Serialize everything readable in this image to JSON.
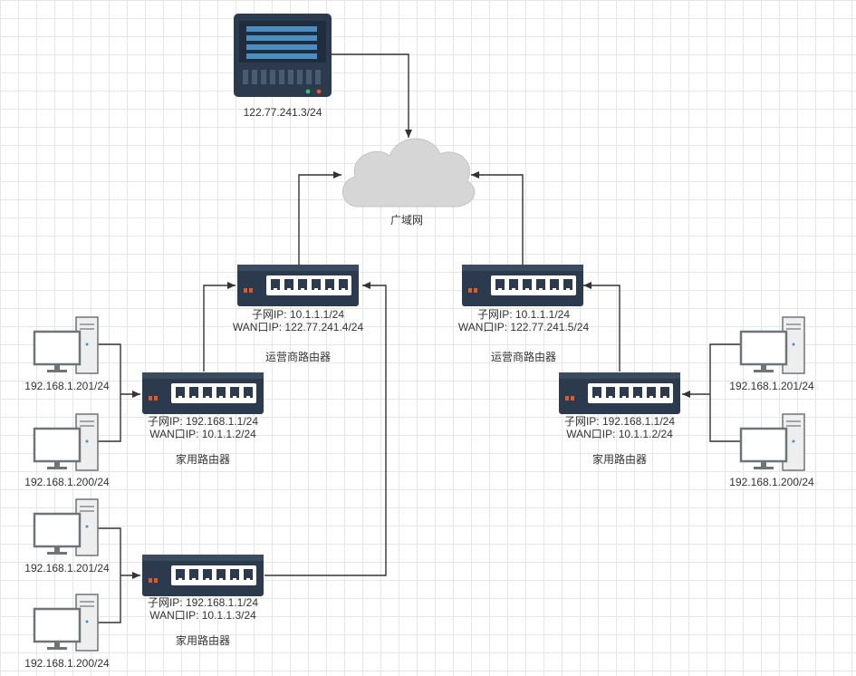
{
  "server": {
    "ip": "122.77.241.3/24"
  },
  "cloud": {
    "label": "广域网"
  },
  "isp_routers": [
    {
      "subnet_ip": "子网IP:   10.1.1.1/24",
      "wan_ip": "WAN口IP:  122.77.241.4/24",
      "name": "运营商路由器"
    },
    {
      "subnet_ip": "子网IP:   10.1.1.1/24",
      "wan_ip": "WAN口IP:  122.77.241.5/24",
      "name": "运营商路由器"
    }
  ],
  "home_routers": [
    {
      "subnet_ip": "子网IP:   192.168.1.1/24",
      "wan_ip": "WAN口IP:  10.1.1.2/24",
      "name": "家用路由器"
    },
    {
      "subnet_ip": "子网IP:   192.168.1.1/24",
      "wan_ip": "WAN口IP:  10.1.1.3/24",
      "name": "家用路由器"
    },
    {
      "subnet_ip": "子网IP:   192.168.1.1/24",
      "wan_ip": "WAN口IP:  10.1.1.2/24",
      "name": "家用路由器"
    }
  ],
  "pcs": [
    {
      "ip": "192.168.1.201/24"
    },
    {
      "ip": "192.168.1.200/24"
    },
    {
      "ip": "192.168.1.201/24"
    },
    {
      "ip": "192.168.1.200/24"
    },
    {
      "ip": "192.168.1.201/24"
    },
    {
      "ip": "192.168.1.200/24"
    }
  ],
  "colors": {
    "device_dark": "#2b3a4d",
    "device_mid": "#3a4b60",
    "port_fill": "#ffffff",
    "accent_orange": "#e0592a",
    "server_line": "#4a8fc4",
    "cloud_fill": "#d6d6d6",
    "pc_frame": "#6f7478",
    "pc_screen": "#ffffff",
    "tower_fill": "#eeeeee",
    "line": "#333333"
  }
}
